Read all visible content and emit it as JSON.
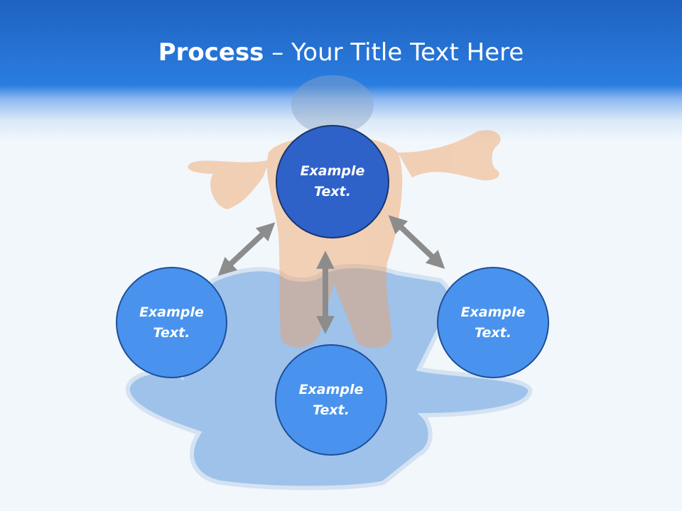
{
  "slide": {
    "title_bold": "Process",
    "title_rest": " – Your Title Text Here"
  },
  "nodes": {
    "top": {
      "line1": "Example",
      "line2": "Text."
    },
    "left": {
      "line1": "Example",
      "line2": "Text."
    },
    "right": {
      "line1": "Example",
      "line2": "Text."
    },
    "bottom": {
      "line1": "Example",
      "line2": "Text."
    }
  },
  "colors": {
    "header_blue": "#2a7de0",
    "top_circle": "#2f62c8",
    "side_circles": "#4993ee",
    "arrows": "#8c8c8c",
    "figure_orange": "#f0a060",
    "puzzle_blue": "#5b97dc"
  }
}
